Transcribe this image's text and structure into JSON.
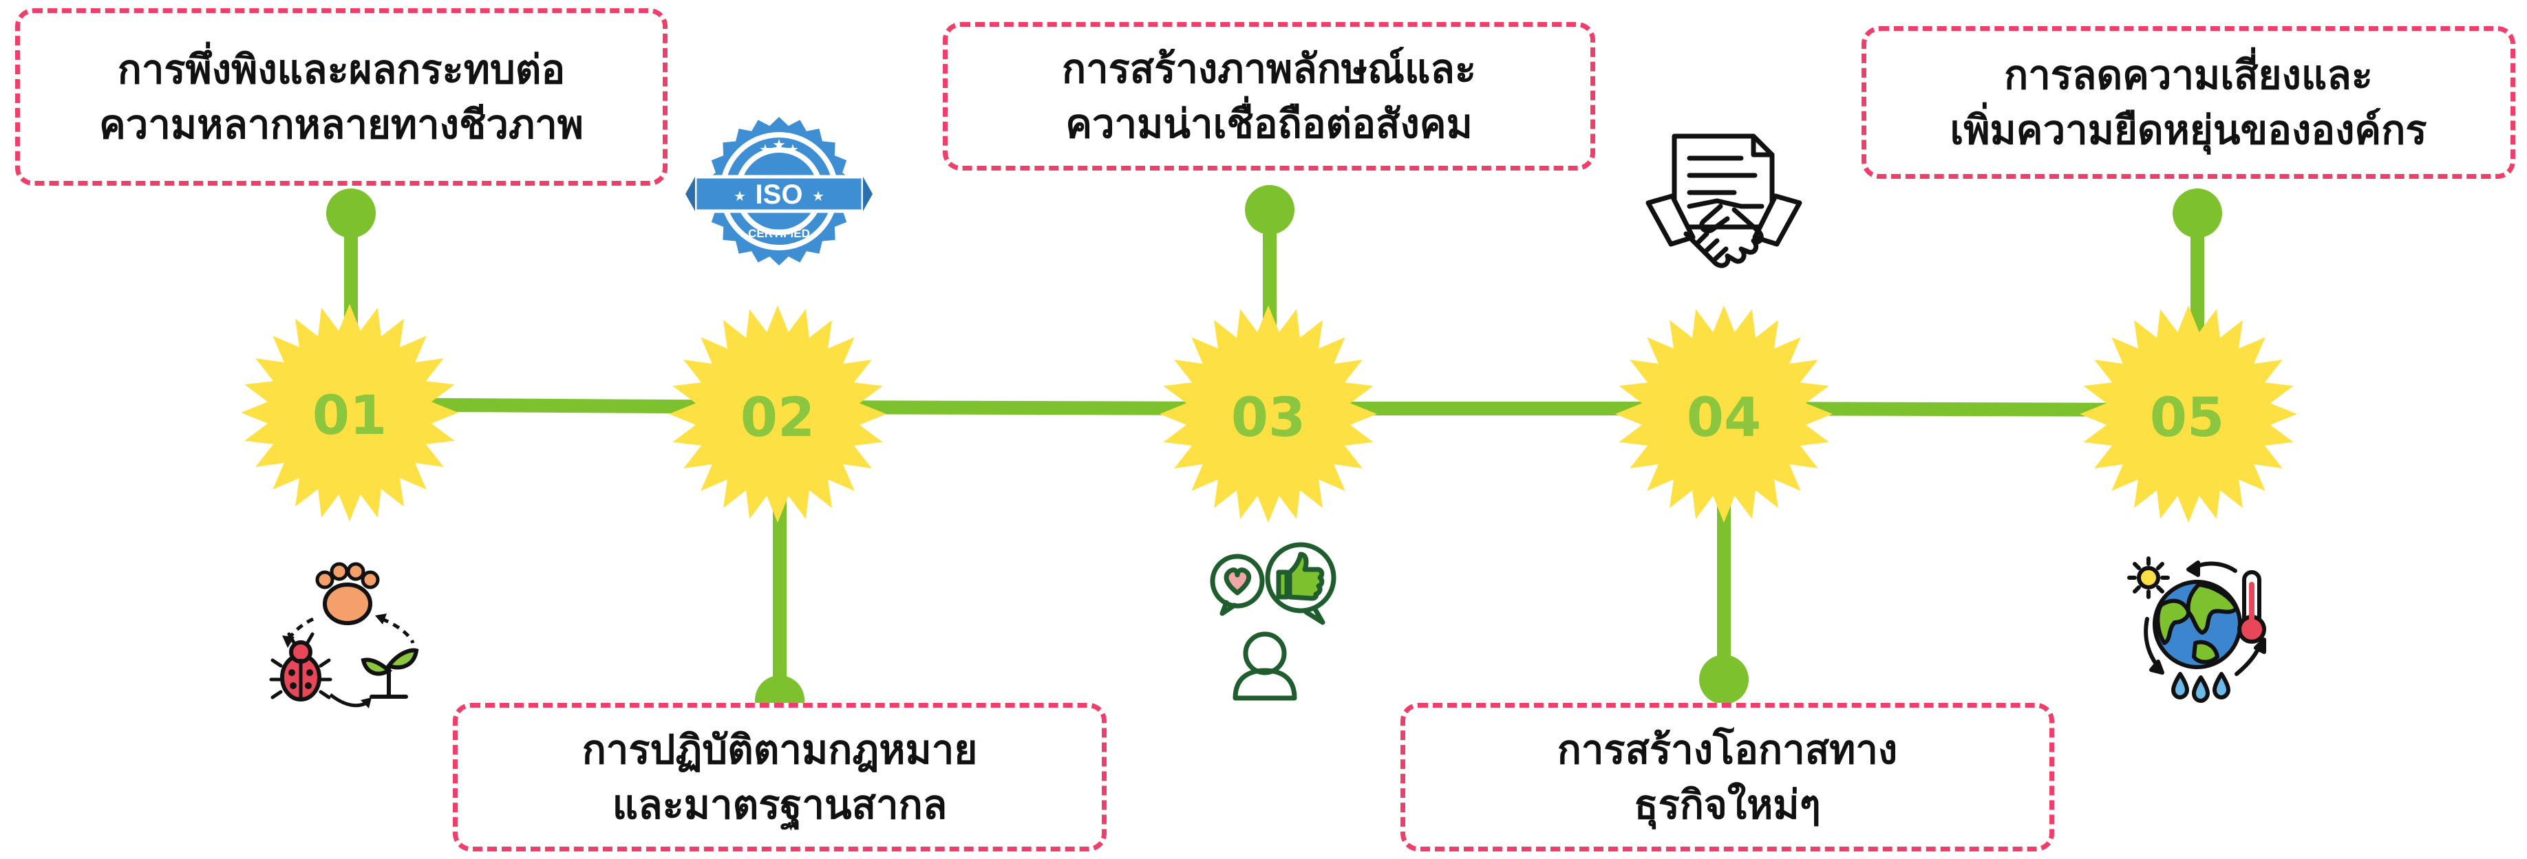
{
  "colors": {
    "line": "#7dc22e",
    "star": "#fde144",
    "number": "#8cc63f",
    "box_border": "#ee3f6b",
    "text": "#111111"
  },
  "steps": [
    {
      "number": "01",
      "line1": "การพึ่งพิงและผลกระทบต่อ",
      "line2": "ความหลากหลายทางชีวภาพ",
      "icon": "biodiversity-cycle-icon"
    },
    {
      "number": "02",
      "line1": "การปฏิบัติตามกฎหมาย",
      "line2": "และมาตรฐานสากล",
      "icon": "iso-certified-badge-icon",
      "badge_text": "ISO",
      "badge_sub": "CERTIFIED"
    },
    {
      "number": "03",
      "line1": "การสร้างภาพลักษณ์และ",
      "line2": "ความน่าเชื่อถือต่อสังคม",
      "icon": "social-trust-icon"
    },
    {
      "number": "04",
      "line1": "การสร้างโอกาสทาง",
      "line2": "ธุรกิจใหม่ๆ",
      "icon": "handshake-contract-icon"
    },
    {
      "number": "05",
      "line1": "การลดความเสี่ยงและ",
      "line2": "เพิ่มความยืดหยุ่นขององค์กร",
      "icon": "climate-earth-icon"
    }
  ]
}
